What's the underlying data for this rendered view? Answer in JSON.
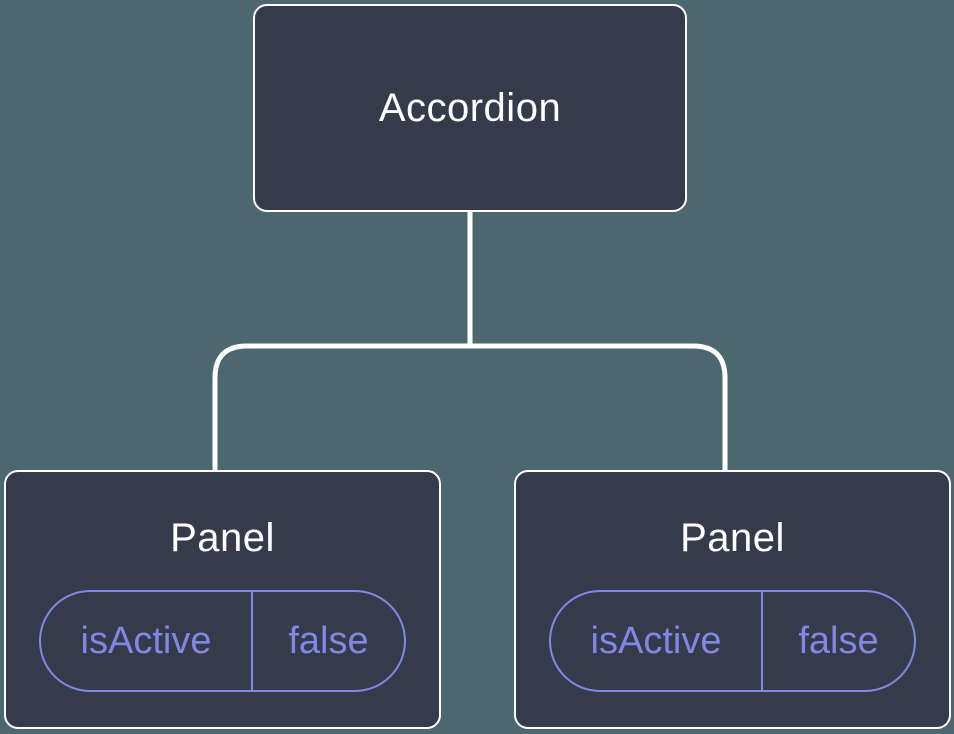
{
  "colors": {
    "background": "#4d6771",
    "node_fill": "#353b4a",
    "node_border": "#ffffff",
    "accent": "#8187e6",
    "connector": "#ffffff",
    "text": "#ffffff"
  },
  "tree": {
    "root": {
      "label": "Accordion"
    },
    "children": [
      {
        "label": "Panel",
        "props": [
          {
            "name": "isActive",
            "value": "false"
          }
        ]
      },
      {
        "label": "Panel",
        "props": [
          {
            "name": "isActive",
            "value": "false"
          }
        ]
      }
    ]
  }
}
